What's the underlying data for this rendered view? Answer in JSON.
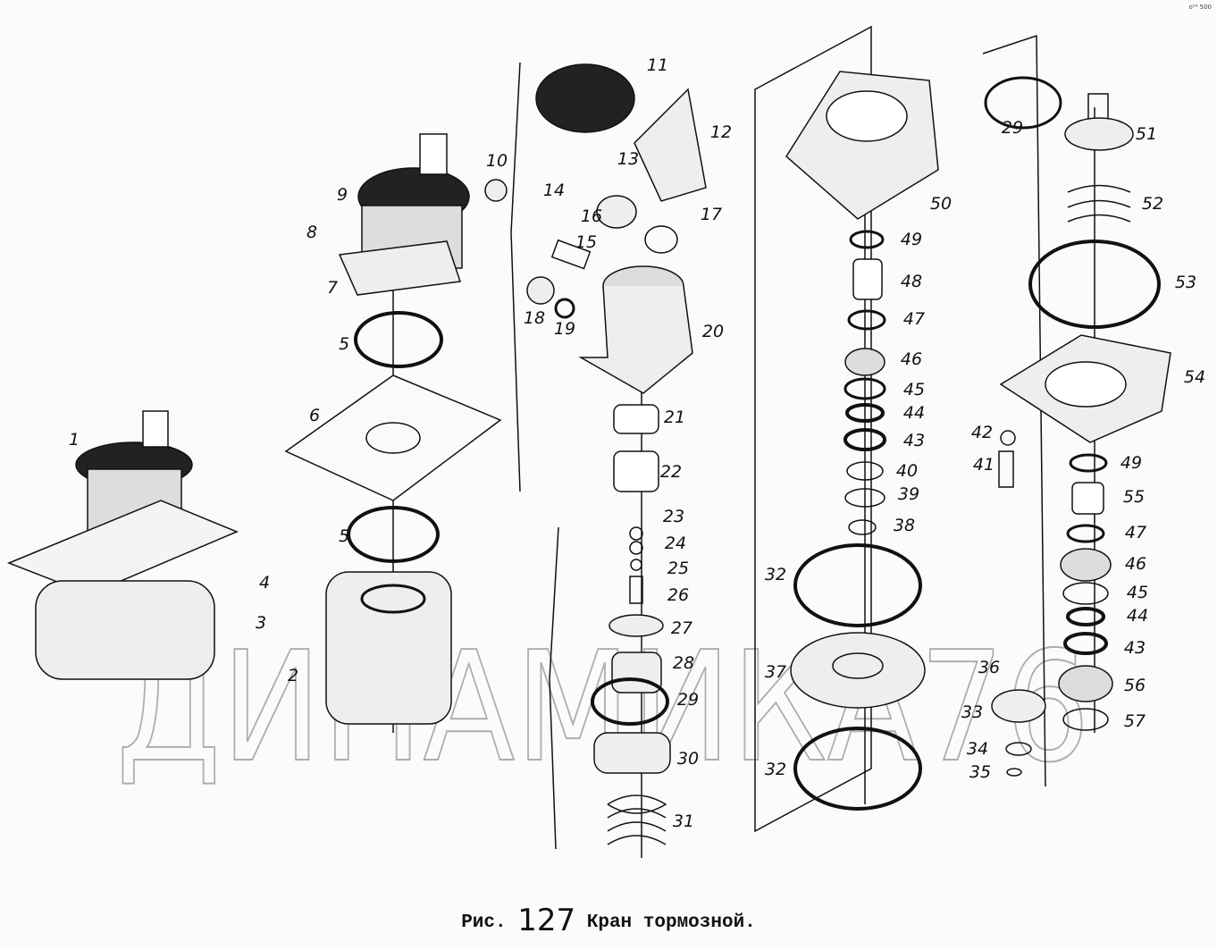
{
  "figure": {
    "caption_prefix": "Рис.",
    "caption_number": "127",
    "caption_title": "Кран тормозной.",
    "corner_mark": "o⁰⁰ 500",
    "watermark": "ДИНАМИКА76"
  },
  "part_labels": [
    "1",
    "2",
    "3",
    "4",
    "5",
    "5",
    "6",
    "7",
    "8",
    "9",
    "10",
    "11",
    "12",
    "13",
    "14",
    "15",
    "16",
    "17",
    "18",
    "19",
    "20",
    "21",
    "22",
    "23",
    "24",
    "25",
    "26",
    "27",
    "28",
    "29",
    "30",
    "31",
    "32",
    "32",
    "33",
    "34",
    "35",
    "36",
    "37",
    "38",
    "39",
    "40",
    "41",
    "42",
    "43",
    "44",
    "45",
    "46",
    "47",
    "48",
    "49",
    "50",
    "29",
    "51",
    "52",
    "53",
    "54",
    "49",
    "55",
    "47",
    "46",
    "45",
    "44",
    "43",
    "56",
    "57"
  ]
}
